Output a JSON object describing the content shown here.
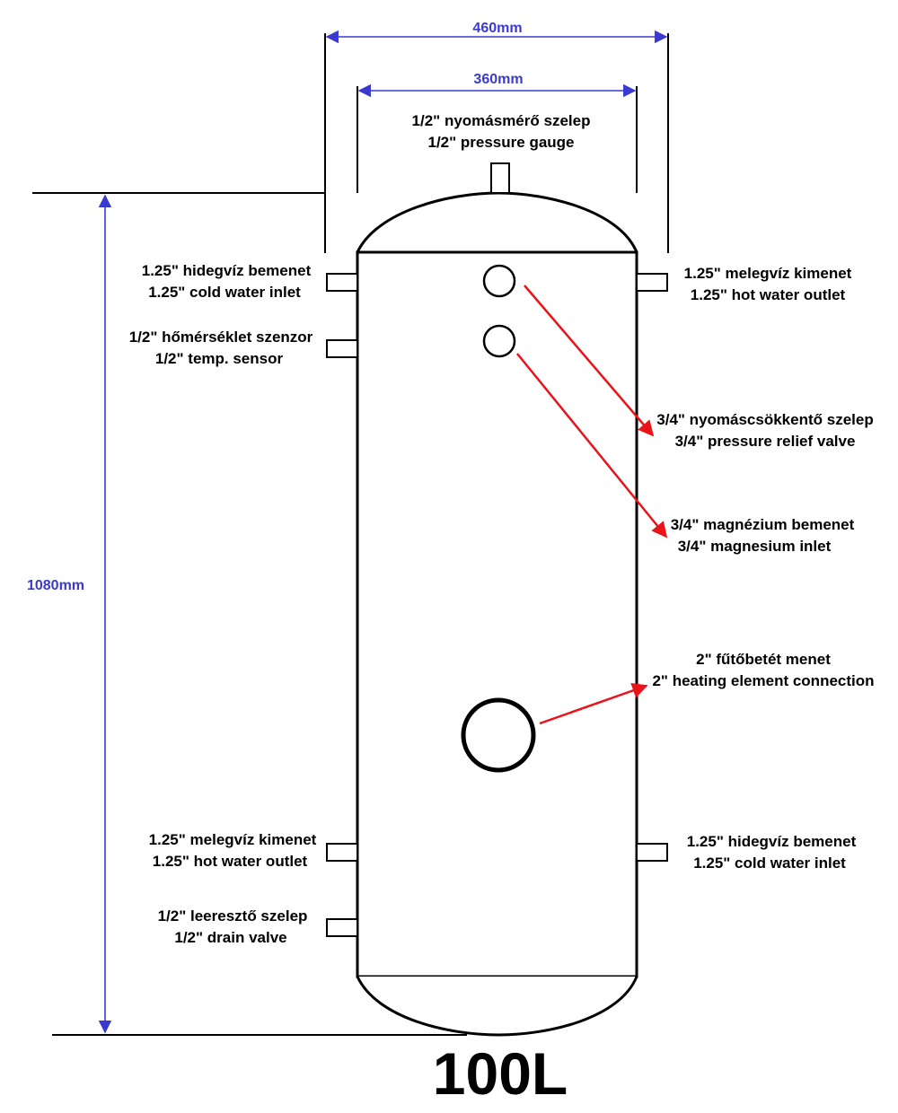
{
  "colors": {
    "dimension": "#3a3ad0",
    "arrow": "#e8141a",
    "outline": "#000000",
    "text": "#000000"
  },
  "dimensions": {
    "outer_width": "460mm",
    "inner_width": "360mm",
    "height": "1080mm"
  },
  "capacity": "100L",
  "connections": {
    "top": {
      "hu": "1/2\" nyomásmérő szelep",
      "en": "1/2\" pressure gauge"
    },
    "left_cold_inlet": {
      "hu": "1.25\" hidegvíz bemenet",
      "en": "1.25\" cold water inlet"
    },
    "left_temp_sensor": {
      "hu": "1/2\" hőmérséklet szenzor",
      "en": "1/2\" temp. sensor"
    },
    "left_hot_outlet": {
      "hu": "1.25\" melegvíz kimenet",
      "en": "1.25\" hot water outlet"
    },
    "left_drain": {
      "hu": "1/2\" leeresztő szelep",
      "en": "1/2\" drain valve"
    },
    "right_hot_outlet": {
      "hu": "1.25\" melegvíz kimenet",
      "en": "1.25\" hot water outlet"
    },
    "right_relief_valve": {
      "hu": "3/4\" nyomáscsökkentő szelep",
      "en": "3/4\" pressure relief valve"
    },
    "right_magnesium": {
      "hu": "3/4\" magnézium bemenet",
      "en": "3/4\" magnesium inlet"
    },
    "right_heating": {
      "hu": "2\" fűtőbetét menet",
      "en": "2\" heating element connection"
    },
    "right_cold_inlet": {
      "hu": "1.25\" hidegvíz bemenet",
      "en": "1.25\" cold water inlet"
    }
  }
}
